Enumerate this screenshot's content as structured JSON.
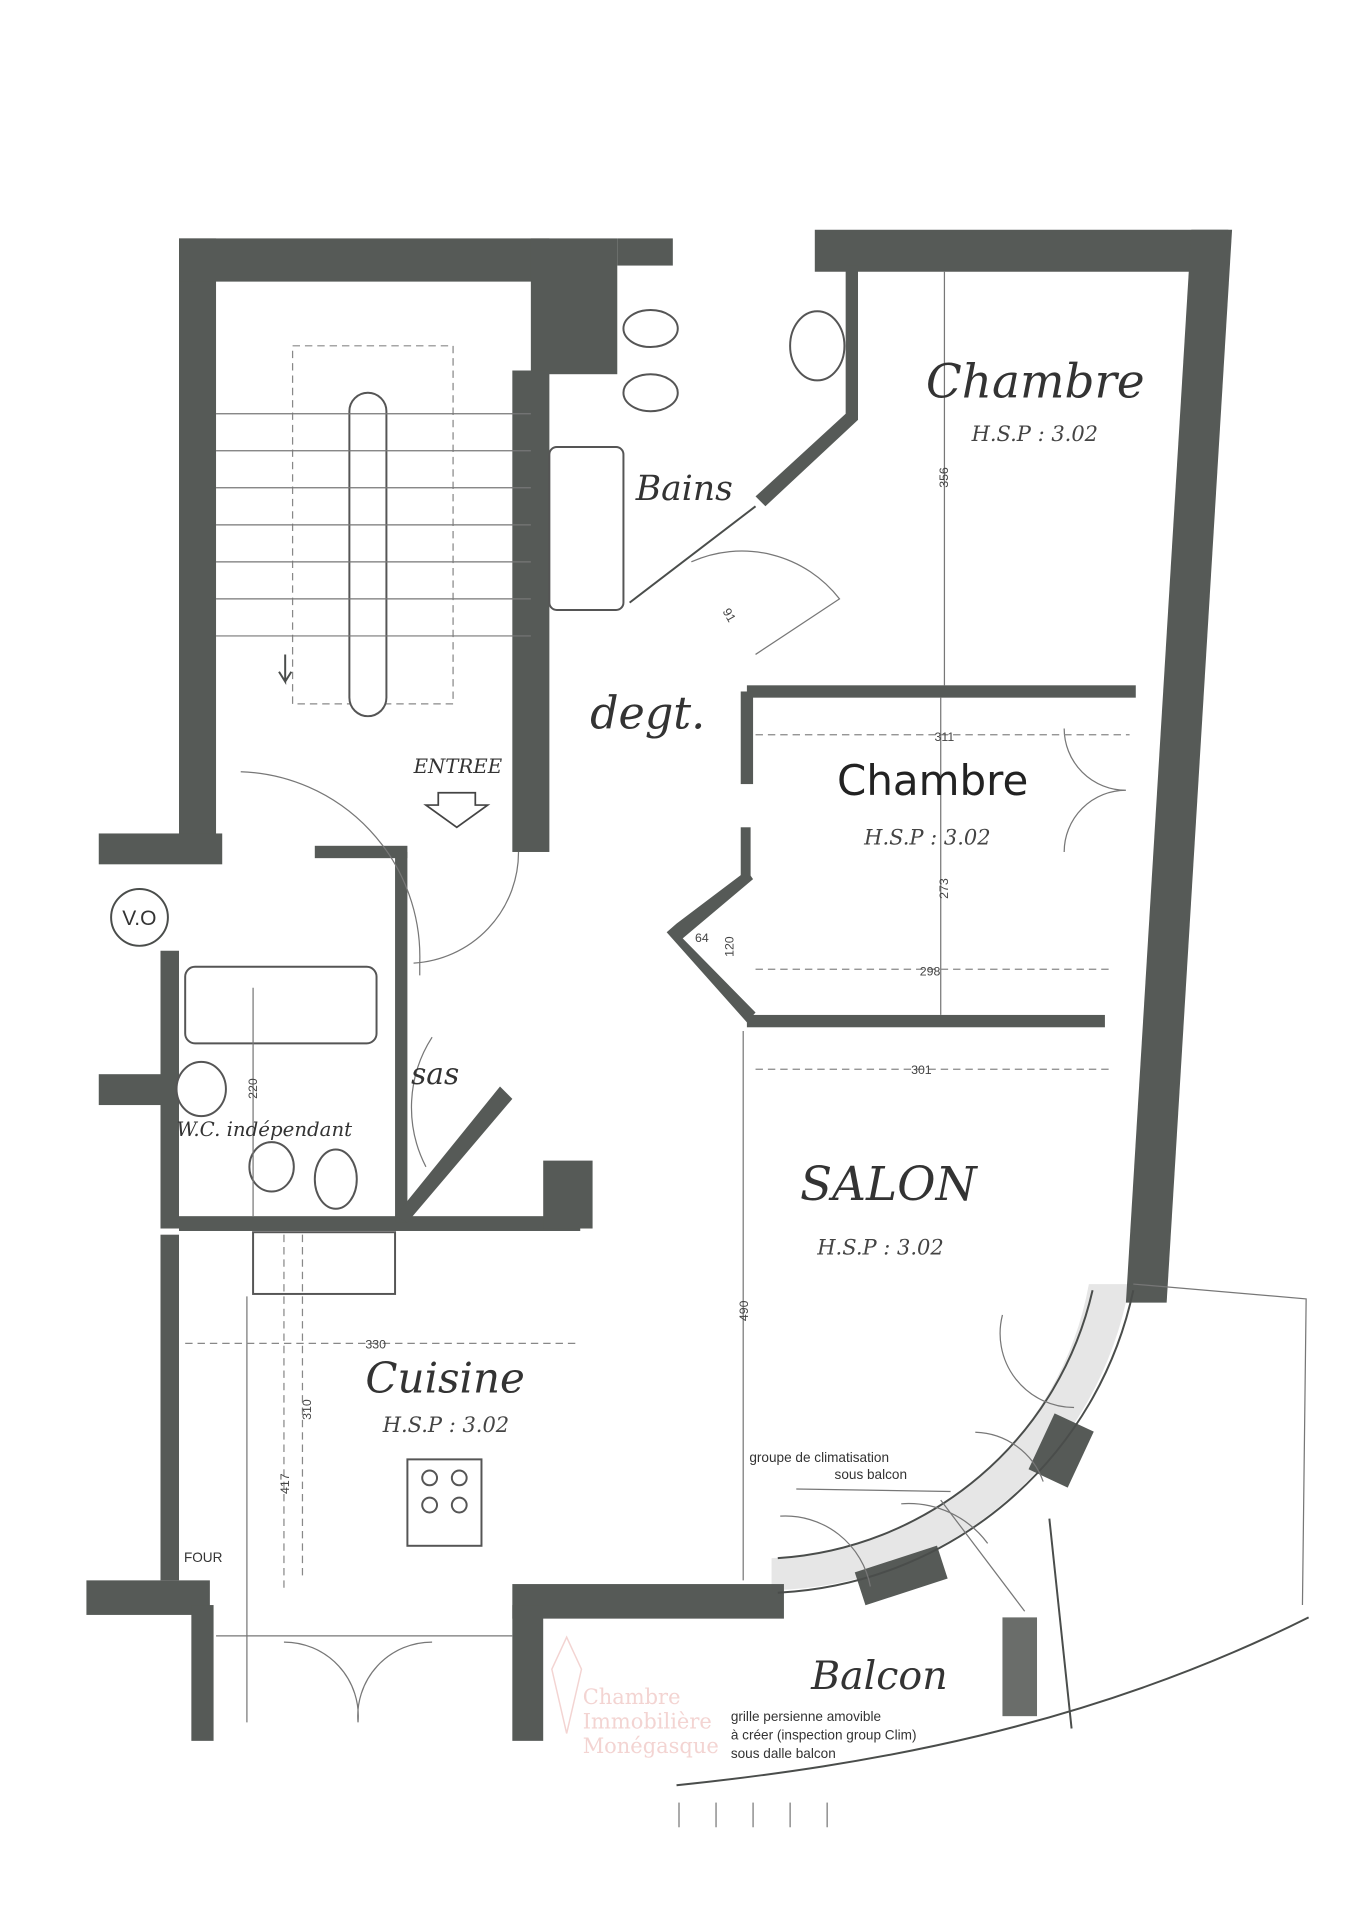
{
  "rooms": {
    "chambre1": {
      "name": "Chambre",
      "hsp": "H.S.P : 3.02"
    },
    "chambre2": {
      "name": "Chambre",
      "hsp": "H.S.P : 3.02"
    },
    "bains": {
      "name": "Bains"
    },
    "degt": {
      "name": "degt."
    },
    "entree": {
      "name": "ENTREE"
    },
    "vo": {
      "name": "V.O"
    },
    "sas": {
      "name": "sas"
    },
    "wc": {
      "name": "W.C. indépendant"
    },
    "cuisine": {
      "name": "Cuisine",
      "hsp": "H.S.P : 3.02"
    },
    "four": {
      "name": "FOUR"
    },
    "salon": {
      "name": "SALON",
      "hsp": "H.S.P : 3.02"
    },
    "balcon": {
      "name": "Balcon"
    }
  },
  "dimensions": {
    "chambre1_depth": "356",
    "door_bains": "91",
    "chambre2_width_top": "311",
    "chambre2_depth": "273",
    "chambre2_width_bottom": "298",
    "chambre2_niche_w": "64",
    "chambre2_niche_d": "120",
    "salon_width": "301",
    "salon_depth": "490",
    "wc_depth": "220",
    "cuisine_width": "330",
    "cuisine_depth_a": "310",
    "cuisine_depth_b": "417"
  },
  "notes": {
    "clim_line1": "groupe de climatisation",
    "clim_line2": "sous balcon",
    "grille_line1": "grille persienne amovible",
    "grille_line2": "à créer (inspection group Clim)",
    "grille_line3": "sous dalle balcon"
  },
  "watermark": {
    "line1": "Chambre",
    "line2": "Immobilière",
    "line3": "Monégasque"
  }
}
